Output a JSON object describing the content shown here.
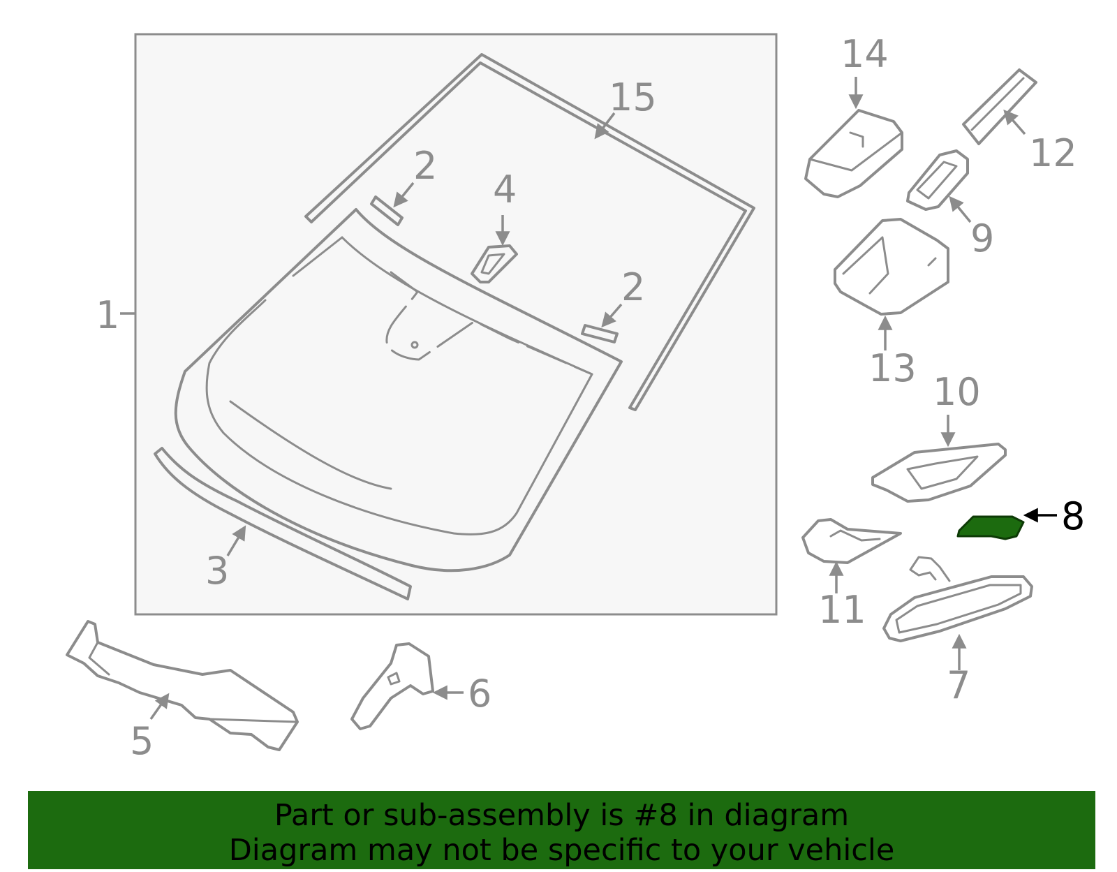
{
  "diagram": {
    "highlight_color": "#1c6b0f",
    "line_color": "#8c8c8c",
    "labels": {
      "p1": "1",
      "p2a": "2",
      "p2b": "2",
      "p3": "3",
      "p4": "4",
      "p5": "5",
      "p6": "6",
      "p7": "7",
      "p8": "8",
      "p9": "9",
      "p10": "10",
      "p11": "11",
      "p12": "12",
      "p13": "13",
      "p14": "14",
      "p15": "15"
    },
    "highlighted_part": "8"
  },
  "banner": {
    "line1": "Part or sub-assembly is #8 in diagram",
    "line2": "Diagram may not be specific to your vehicle",
    "color": "#1c6b0f"
  }
}
